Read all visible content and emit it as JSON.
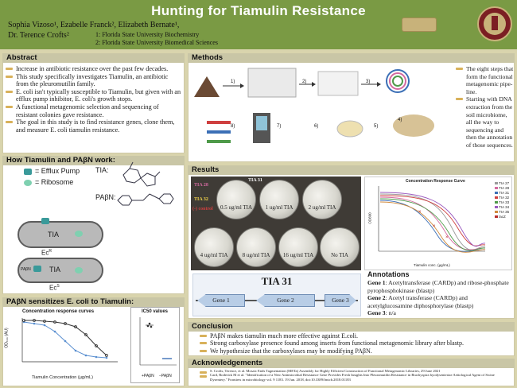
{
  "title": "Hunting for Tiamulin Resistance",
  "authors": {
    "line1": "Sophia Vizoso¹, Ezabelle Franck², Elizabeth Bernate¹,",
    "line2": "Dr. Terence Crofts²",
    "aff1": "1: Florida State University Biochemistry",
    "aff2": "2: Florida State University Biomedical Sciences"
  },
  "abstract": {
    "heading": "Abstract",
    "items": [
      "Increase in antibiotic resistance over the past few decades.",
      "This study specifically investigates Tiamulin, an antibiotic from the pleuromutilin family.",
      "E. coli isn't typically susceptible to Tiamulin, but given with an efflux pump inhibitor, E. coli's growth stops.",
      "A functional metagenomic selection and sequencing of resistant colonies gave resistance.",
      "The goal in this study is to find resistance genes, clone them, and measure E. coli tiamulin resistance."
    ]
  },
  "how": {
    "heading": "How Tiamulin and PAβN work:",
    "legend_efflux": "= Efflux Pump",
    "legend_ribo": "= Ribosome",
    "tia_label": "TIA:",
    "pabn_label": "PAβN:",
    "cell1_tia": "TIA",
    "cell1_ec": "Ec",
    "cell1_sup": "R",
    "cell2_pabn": "PAβN",
    "cell2_tia": "TIA",
    "cell2_ec": "Ec",
    "cell2_sup": "S"
  },
  "sens": {
    "heading": "PAβN sensitizes E. coli to Tiamulin:",
    "curve_title": "Concentration response curves",
    "xlabel": "Tiamulin Concentration (µg/mL)",
    "ylabel": "OD₆₀₀ (AU)",
    "ic50_title": "IC50 values",
    "ic50_x1": "+PAβN",
    "ic50_x2": "−PAβN"
  },
  "methods": {
    "heading": "Methods",
    "steps": [
      "1)",
      "2)",
      "3)",
      "4)",
      "5)",
      "6)",
      "7)",
      "8)"
    ],
    "bullets": [
      "The eight steps that form the functional metagenomic pipe-line.",
      "Starting with DNA extraction from the soil microbiome, all the way to sequencing and then the annotation of those sequences."
    ]
  },
  "results": {
    "heading": "Results",
    "plate_labels": [
      "TIA 28",
      "TIA 31",
      "TIA 32",
      "(-) control"
    ],
    "plates": [
      "0.5 ug/ml TIA",
      "1 ug/ml TIA",
      "2 ug/ml TIA",
      "4 ug/ml TIA",
      "8 ug/ml TIA",
      "16 ug/ml TIA",
      "No TIA"
    ],
    "curve_title": "Concentration Response Curve",
    "curve_xlabel": "Tiamulin conc. (µg/mL)",
    "curve_ylabel": "OD600",
    "legend": [
      "TIA 27",
      "TIA 28",
      "TIA 31",
      "TIA 32",
      "TIA 33",
      "TIA 34",
      "TIA 35",
      "lacZ"
    ],
    "legend_colors": [
      "#9b9b9b",
      "#d46aa0",
      "#3b6fb6",
      "#cf3f3f",
      "#4f9a4a",
      "#9a5abf",
      "#d08a3c",
      "#b92d2d"
    ]
  },
  "tia31": {
    "title": "TIA 31",
    "genes": [
      "Gene 1",
      "Gene 2",
      "Gene 3"
    ]
  },
  "annotations": {
    "heading": "Annotations",
    "g1_label": "Gene 1",
    "g1_text": ": Acetyltransferase (CARDp) and ribose-phosphate pyrophosphokinase (blastp)",
    "g2_label": "Gene 2",
    "g2_text": ": Acetyl transferase (CARDp) and acetylglucosamine diphosphorylase (blastp)",
    "g3_label": "Gene 3",
    "g3_text": ": n/a"
  },
  "conclusion": {
    "heading": "Conclusion",
    "items": [
      "PAβN makes tiamulin much more effective against E.coli.",
      "Strong carboxylase presence found among inserts from functional metagenomic library after blastp.",
      "We hypothesize that the carboxylases may be modifying PAβN."
    ]
  },
  "ack": {
    "heading": "Acknowledgements",
    "items": [
      "S. Crofts, Terence, et al. Mosaic Ends Tagmentation (METa) Assembly for Highly Efficient Construction of Functional Metagenomic Libraries, 29 June 2021",
      "Card, Roderick M et al. \"Identification of a New Antimicrobial Resistance Gene Provides Fresh Insights Into Pleuromutilin Resistance in Brachyspira hyodysenteriae Aetiological Agent of Swine Dysentery.\" Frontiers in microbiology vol. 9 1183. 19 Jun. 2018, doi:10.3389/fmicb.2018.01183"
    ]
  },
  "colors": {
    "header_green": "#7a9a44",
    "title_text": "#ffffff",
    "accent": "#d8b15a"
  }
}
